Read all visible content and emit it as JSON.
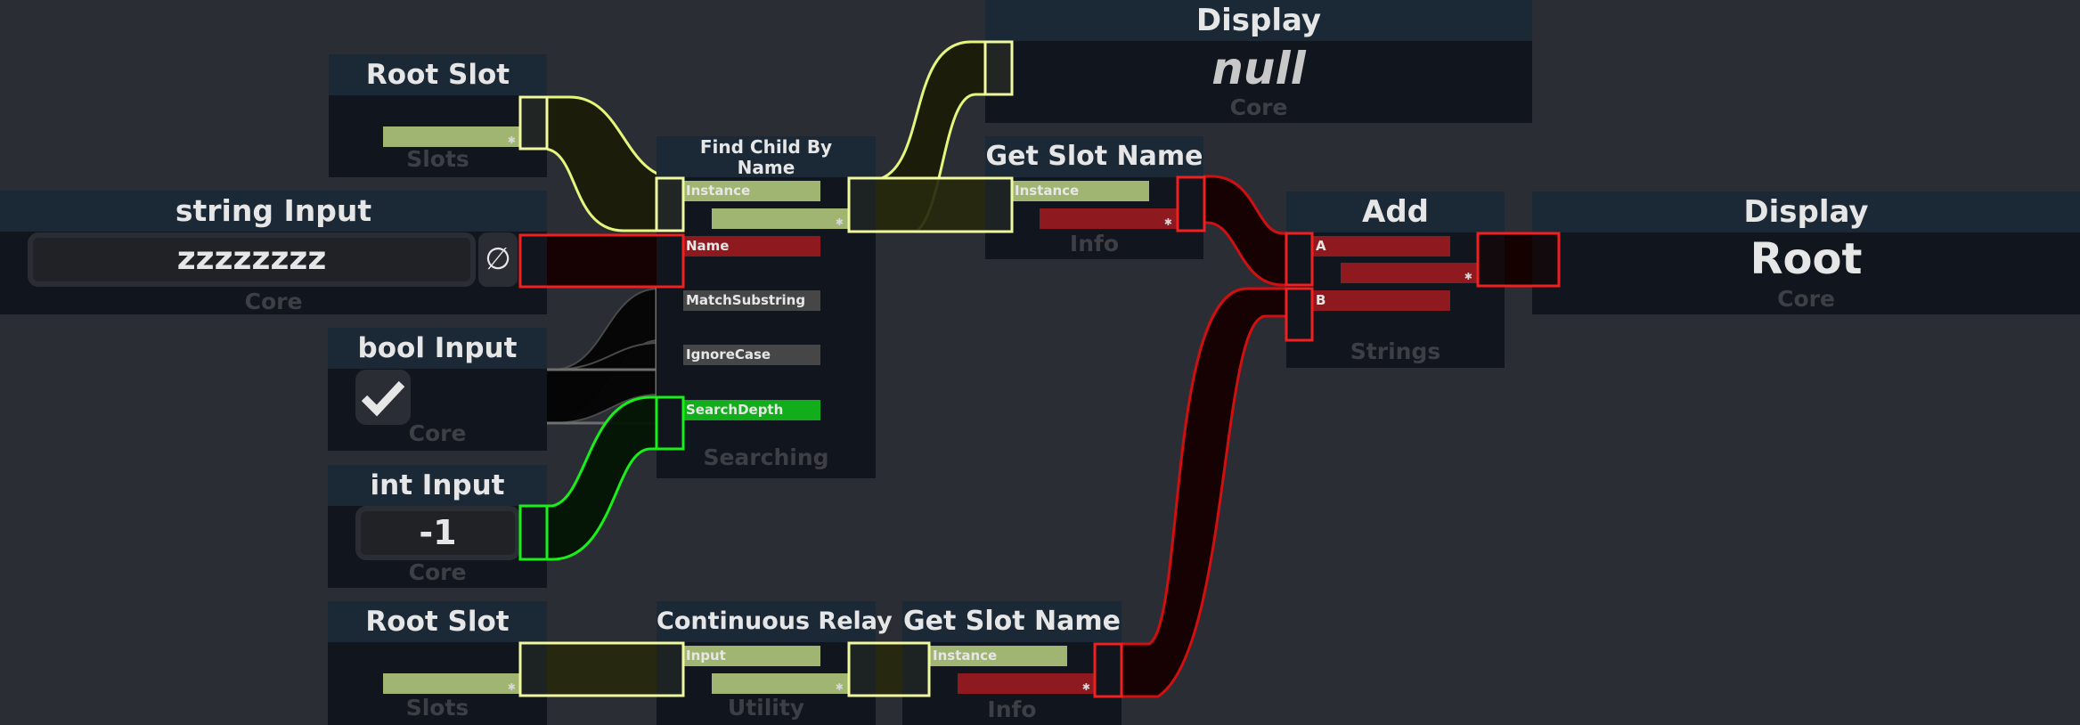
{
  "colors": {
    "background": "#2b2d35",
    "header": "#1b2836",
    "body": "#11151d",
    "slot_type": "#9fb571",
    "string_type": "#8e1a20",
    "bool_type": "#464646",
    "int_type": "#12ad1b",
    "slot_wire": "#e5f77a",
    "string_wire": "#f02020",
    "bool_wire": "#6f6f6f",
    "int_wire": "#18f018"
  },
  "nodes": {
    "root_slot_top": {
      "title": "Root Slot",
      "category": "Slots",
      "output_icon": "asterisk-icon"
    },
    "string_input": {
      "title": "string Input",
      "value": "zzzzzzzz",
      "null_button": "∅",
      "category": "Core"
    },
    "bool_input": {
      "title": "bool Input",
      "checked": true,
      "category": "Core"
    },
    "int_input": {
      "title": "int Input",
      "value": "-1",
      "category": "Core"
    },
    "root_slot_bottom": {
      "title": "Root Slot",
      "category": "Slots"
    },
    "find_child": {
      "title": "Find Child By Name",
      "inputs": [
        "Instance",
        "Name",
        "MatchSubstring",
        "IgnoreCase",
        "SearchDepth"
      ],
      "category": "Searching"
    },
    "continuous_relay": {
      "title": "Continuous Relay",
      "inputs": [
        "Input"
      ],
      "category": "Utility"
    },
    "display_null": {
      "title": "Display",
      "value": "null",
      "category": "Core"
    },
    "get_slot_name_top": {
      "title": "Get Slot Name",
      "inputs": [
        "Instance"
      ],
      "category": "Info"
    },
    "get_slot_name_bottom": {
      "title": "Get Slot Name",
      "inputs": [
        "Instance"
      ],
      "category": "Info"
    },
    "add": {
      "title": "Add",
      "inputs": [
        "A",
        "B"
      ],
      "category": "Strings"
    },
    "display_root": {
      "title": "Display",
      "value": "Root",
      "category": "Core"
    }
  }
}
